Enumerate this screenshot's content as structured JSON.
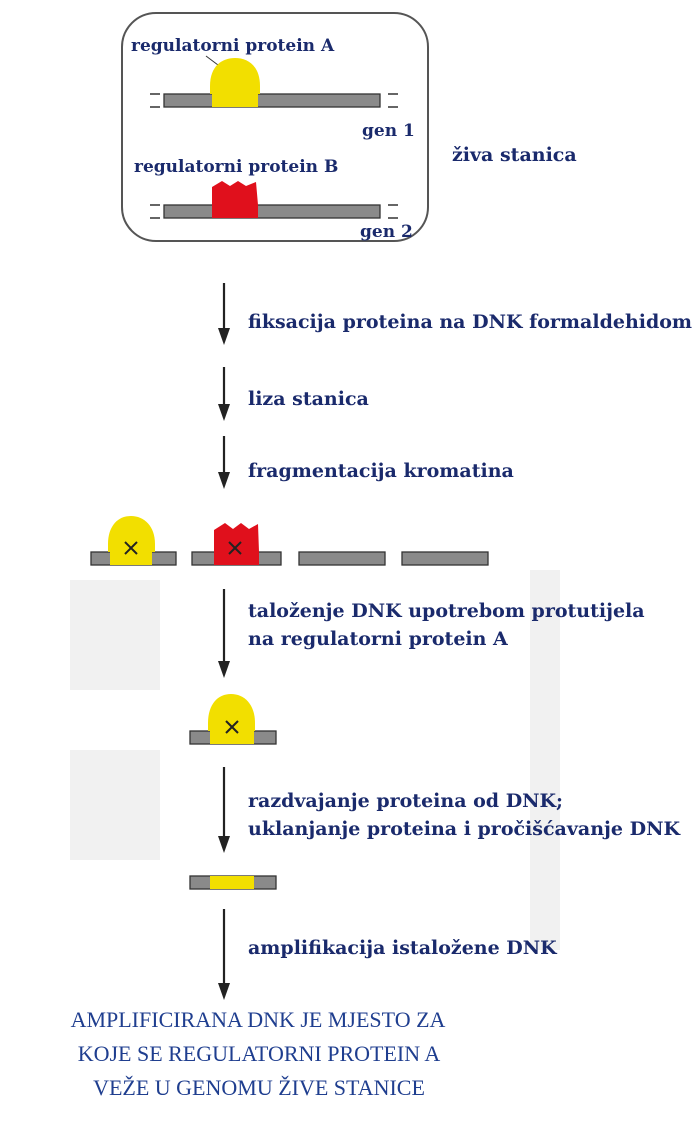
{
  "cell": {
    "protein_a_label": "regulatorni protein A",
    "protein_b_label": "regulatorni protein B",
    "gene1_label": "gen 1",
    "gene2_label": "gen 2",
    "side_label": "živa stanica"
  },
  "steps": [
    "fiksacija proteina na DNK formaldehidom",
    "liza stanica",
    "fragmentacija kromatina",
    "taloženje DNK upotrebom protutijela",
    "na regulatorni protein A",
    "razdvajanje proteina od DNK;",
    "uklanjanje proteina i pročišćavanje DNK",
    "amplifikacija istaložene DNK"
  ],
  "conclusion": [
    "AMPLIFICIRANA DNK JE MJESTO ZA",
    "KOJE SE REGULATORNI PROTEIN A",
    "VEŽE U GENOMU ŽIVE STANICE"
  ],
  "colors": {
    "protein_a": "#f2df00",
    "protein_b": "#e0101c",
    "dna": "#8a8a8a",
    "label_text": "#1a2a6c",
    "conclusion_text": "#1f3e8f"
  }
}
